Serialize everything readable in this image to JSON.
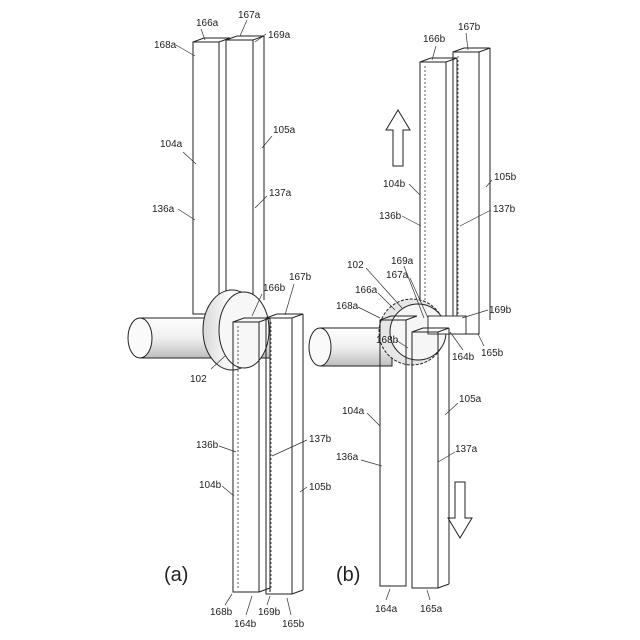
{
  "figure": {
    "panel_a": {
      "caption": "(a)",
      "labels": {
        "l166a": "166a",
        "l167a": "167a",
        "l168a": "168a",
        "l169a": "169a",
        "l104a": "104a",
        "l105a": "105a",
        "l136a": "136a",
        "l137a": "137a",
        "l166b": "166b",
        "l167b": "167b",
        "l102": "102",
        "l136b": "136b",
        "l137b": "137b",
        "l104b": "104b",
        "l105b": "105b",
        "l168b": "168b",
        "l169b": "169b",
        "l164b": "164b",
        "l165b": "165b"
      }
    },
    "panel_b": {
      "caption": "(b)",
      "labels": {
        "l166b": "166b",
        "l167b": "167b",
        "l104b": "104b",
        "l105b": "105b",
        "l136b": "136b",
        "l137b": "137b",
        "l169a": "169a",
        "l102": "102",
        "l167a": "167a",
        "l166a": "166a",
        "l168a": "168a",
        "l169b": "169b",
        "l168b": "168b",
        "l164b": "164b",
        "l165b": "165b",
        "l104a": "104a",
        "l105a": "105a",
        "l136a": "136a",
        "l137a": "137a",
        "l164a": "164a",
        "l165a": "165a"
      }
    }
  }
}
